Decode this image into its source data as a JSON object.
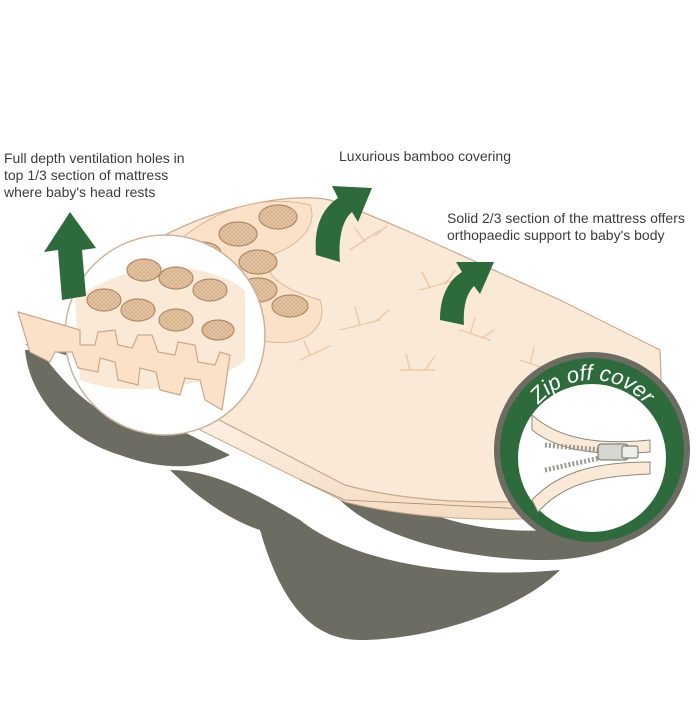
{
  "annotations": {
    "ventilation": [
      "Full depth ventilation holes in",
      "top 1/3 section of mattress",
      "where baby's head rests"
    ],
    "bamboo": [
      "Luxurious bamboo covering"
    ],
    "solid": [
      "Solid 2/3 section of the mattress offers",
      "orthopaedic support to baby's body"
    ]
  },
  "zip_badge": {
    "title": "Zip off cover"
  },
  "colors": {
    "arrow_green": "#2e6b3c",
    "shadow_gray": "#6c6c62",
    "mattress_fill": "#fbe9d7",
    "mattress_stroke": "#c9a98a",
    "hole_fill": "#e6c6a4",
    "badge_ring": "#2e6b3c"
  },
  "icons": [
    "up-arrow-icon",
    "zipper-icon",
    "magnifier-circle"
  ]
}
